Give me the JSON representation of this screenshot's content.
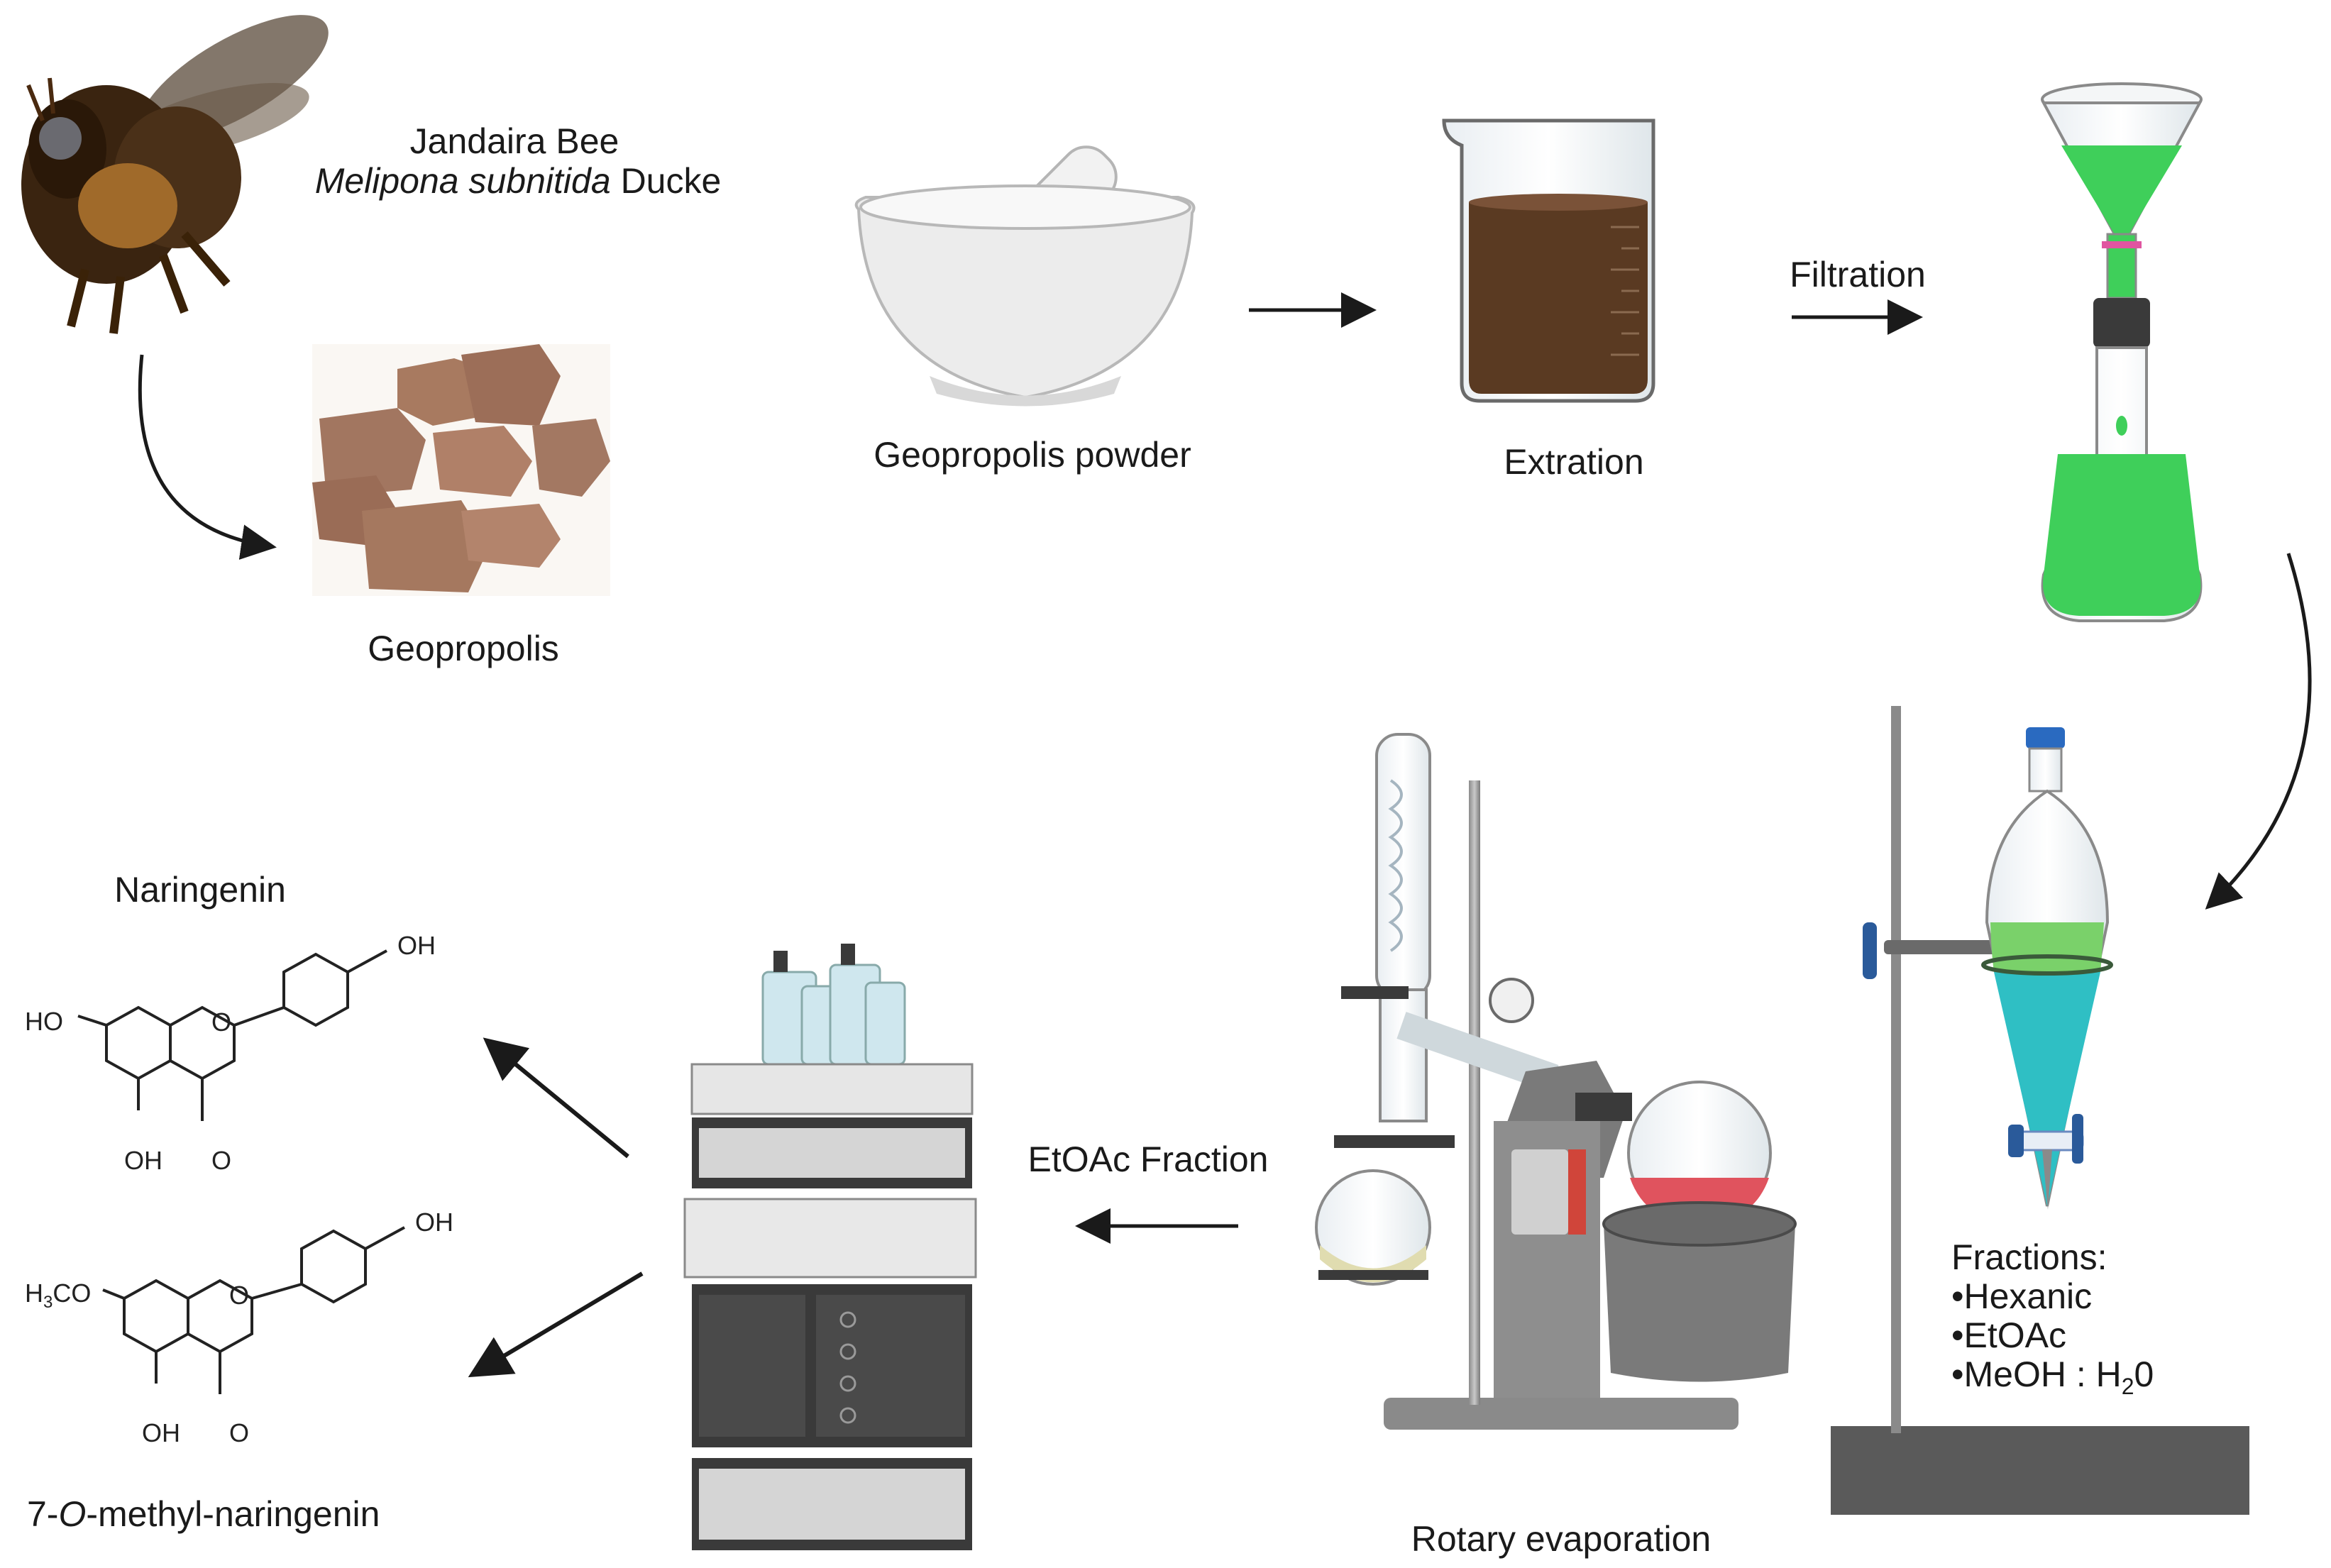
{
  "labels": {
    "bee_common": "Jandaira Bee",
    "bee_species": "Melipona subnitida",
    "bee_author": "Ducke",
    "geopropolis": "Geopropolis",
    "powder": "Geopropolis powder",
    "extraction": "Extration",
    "filtration": "Filtration",
    "fractions_title": "Fractions:",
    "fractions": [
      "•Hexanic",
      "•EtOAc",
      "•MeOH : H"
    ],
    "water_sub": "2",
    "water_tail": "0",
    "rotary": "Rotary evaporation",
    "etoac_fraction": "EtOAc Fraction",
    "naringenin": "Naringenin",
    "methyl_prefix": "7-",
    "methyl_o": "O",
    "methyl_suffix": "-methyl-naringenin"
  },
  "chem_labels": {
    "oh": "OH",
    "ho": "HO",
    "o": "O",
    "h3co_h": "H",
    "h3co_3": "3",
    "h3co_co": "CO"
  },
  "colors": {
    "extract_brown": "#5a3a22",
    "filtrate_green": "#3fcf5a",
    "aqueous_teal": "#2fbfc4",
    "flask_red": "#e0535e",
    "arrow": "#1a1a1a"
  }
}
